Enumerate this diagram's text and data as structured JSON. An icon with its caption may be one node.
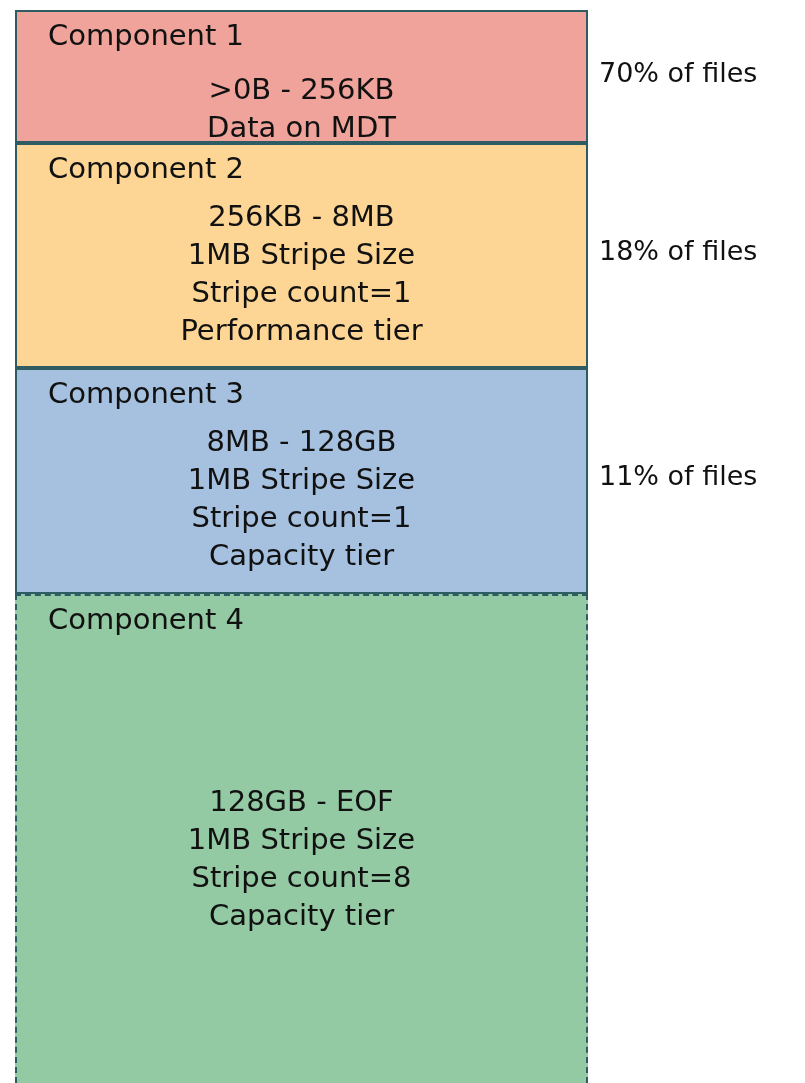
{
  "diagram": {
    "nodes": [
      {
        "text": [
          "Component 1",
          ">0B - 256KB",
          "Data on MDT"
        ],
        "beside": [
          "70% of files"
        ]
      },
      {
        "text": [
          "Component 2",
          "256KB - 8MB",
          "1MB Stripe Size",
          "Stripe count=1",
          "Performance tier"
        ],
        "beside": [
          "18% of files"
        ]
      },
      {
        "text": [
          "Component 3",
          "8MB - 128GB",
          "1MB Stripe Size",
          "Stripe count=1",
          "Capacity tier"
        ],
        "beside": [
          "11% of files"
        ]
      },
      {
        "text": [
          "Component 4",
          "128GB - EOF",
          "1MB Stripe Size",
          "Stripe count=8",
          "Capacity tier"
        ]
      }
    ]
  }
}
